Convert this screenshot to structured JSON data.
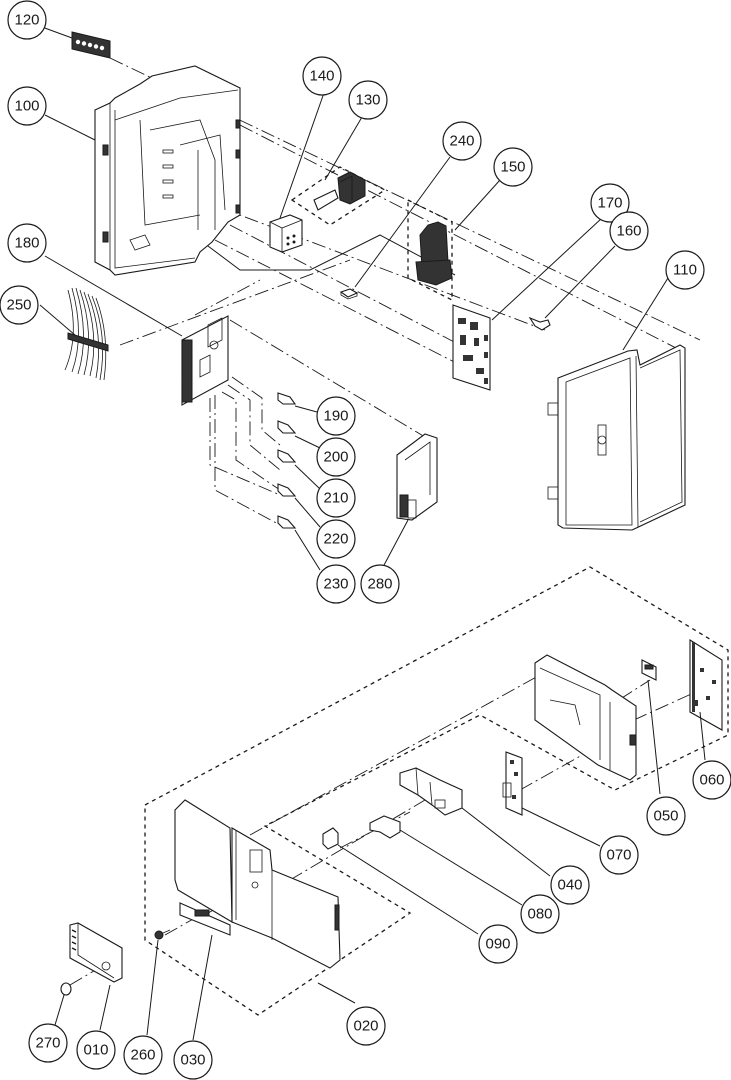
{
  "diagram": {
    "type": "exploded-parts-view",
    "upper_assembly": {
      "parts": [
        {
          "ref": "100",
          "label": "100"
        },
        {
          "ref": "110",
          "label": "110"
        },
        {
          "ref": "120",
          "label": "120"
        },
        {
          "ref": "130",
          "label": "130"
        },
        {
          "ref": "140",
          "label": "140"
        },
        {
          "ref": "150",
          "label": "150"
        },
        {
          "ref": "160",
          "label": "160"
        },
        {
          "ref": "170",
          "label": "170"
        },
        {
          "ref": "180",
          "label": "180"
        },
        {
          "ref": "190",
          "label": "190"
        },
        {
          "ref": "200",
          "label": "200"
        },
        {
          "ref": "210",
          "label": "210"
        },
        {
          "ref": "220",
          "label": "220"
        },
        {
          "ref": "230",
          "label": "230"
        },
        {
          "ref": "240",
          "label": "240"
        },
        {
          "ref": "250",
          "label": "250"
        },
        {
          "ref": "280",
          "label": "280"
        }
      ]
    },
    "lower_assembly": {
      "parts": [
        {
          "ref": "010",
          "label": "010"
        },
        {
          "ref": "020",
          "label": "020"
        },
        {
          "ref": "030",
          "label": "030"
        },
        {
          "ref": "040",
          "label": "040"
        },
        {
          "ref": "050",
          "label": "050"
        },
        {
          "ref": "060",
          "label": "060"
        },
        {
          "ref": "070",
          "label": "070"
        },
        {
          "ref": "080",
          "label": "080"
        },
        {
          "ref": "090",
          "label": "090"
        },
        {
          "ref": "260",
          "label": "260"
        },
        {
          "ref": "270",
          "label": "270"
        }
      ]
    }
  }
}
